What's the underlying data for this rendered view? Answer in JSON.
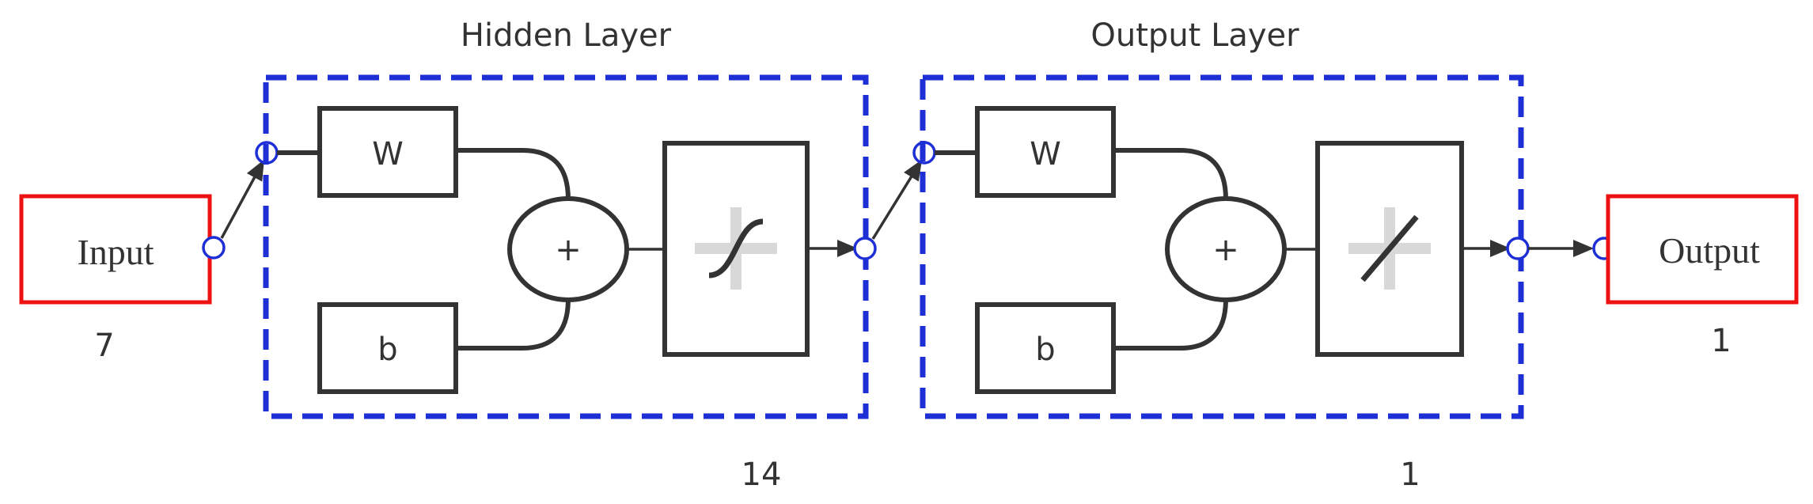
{
  "input": {
    "label": "Input",
    "size": "7"
  },
  "hidden_layer": {
    "title": "Hidden Layer",
    "weight_label": "W",
    "bias_label": "b",
    "sum_label": "+",
    "transfer": "tansig-icon",
    "size": "14"
  },
  "output_layer": {
    "title": "Output Layer",
    "weight_label": "W",
    "bias_label": "b",
    "sum_label": "+",
    "transfer": "purelin-icon",
    "size": "1"
  },
  "output": {
    "label": "Output",
    "size": "1"
  },
  "colors": {
    "layer_border": "#1f2fd6",
    "io_border": "#ee1111",
    "stroke": "#333333"
  }
}
